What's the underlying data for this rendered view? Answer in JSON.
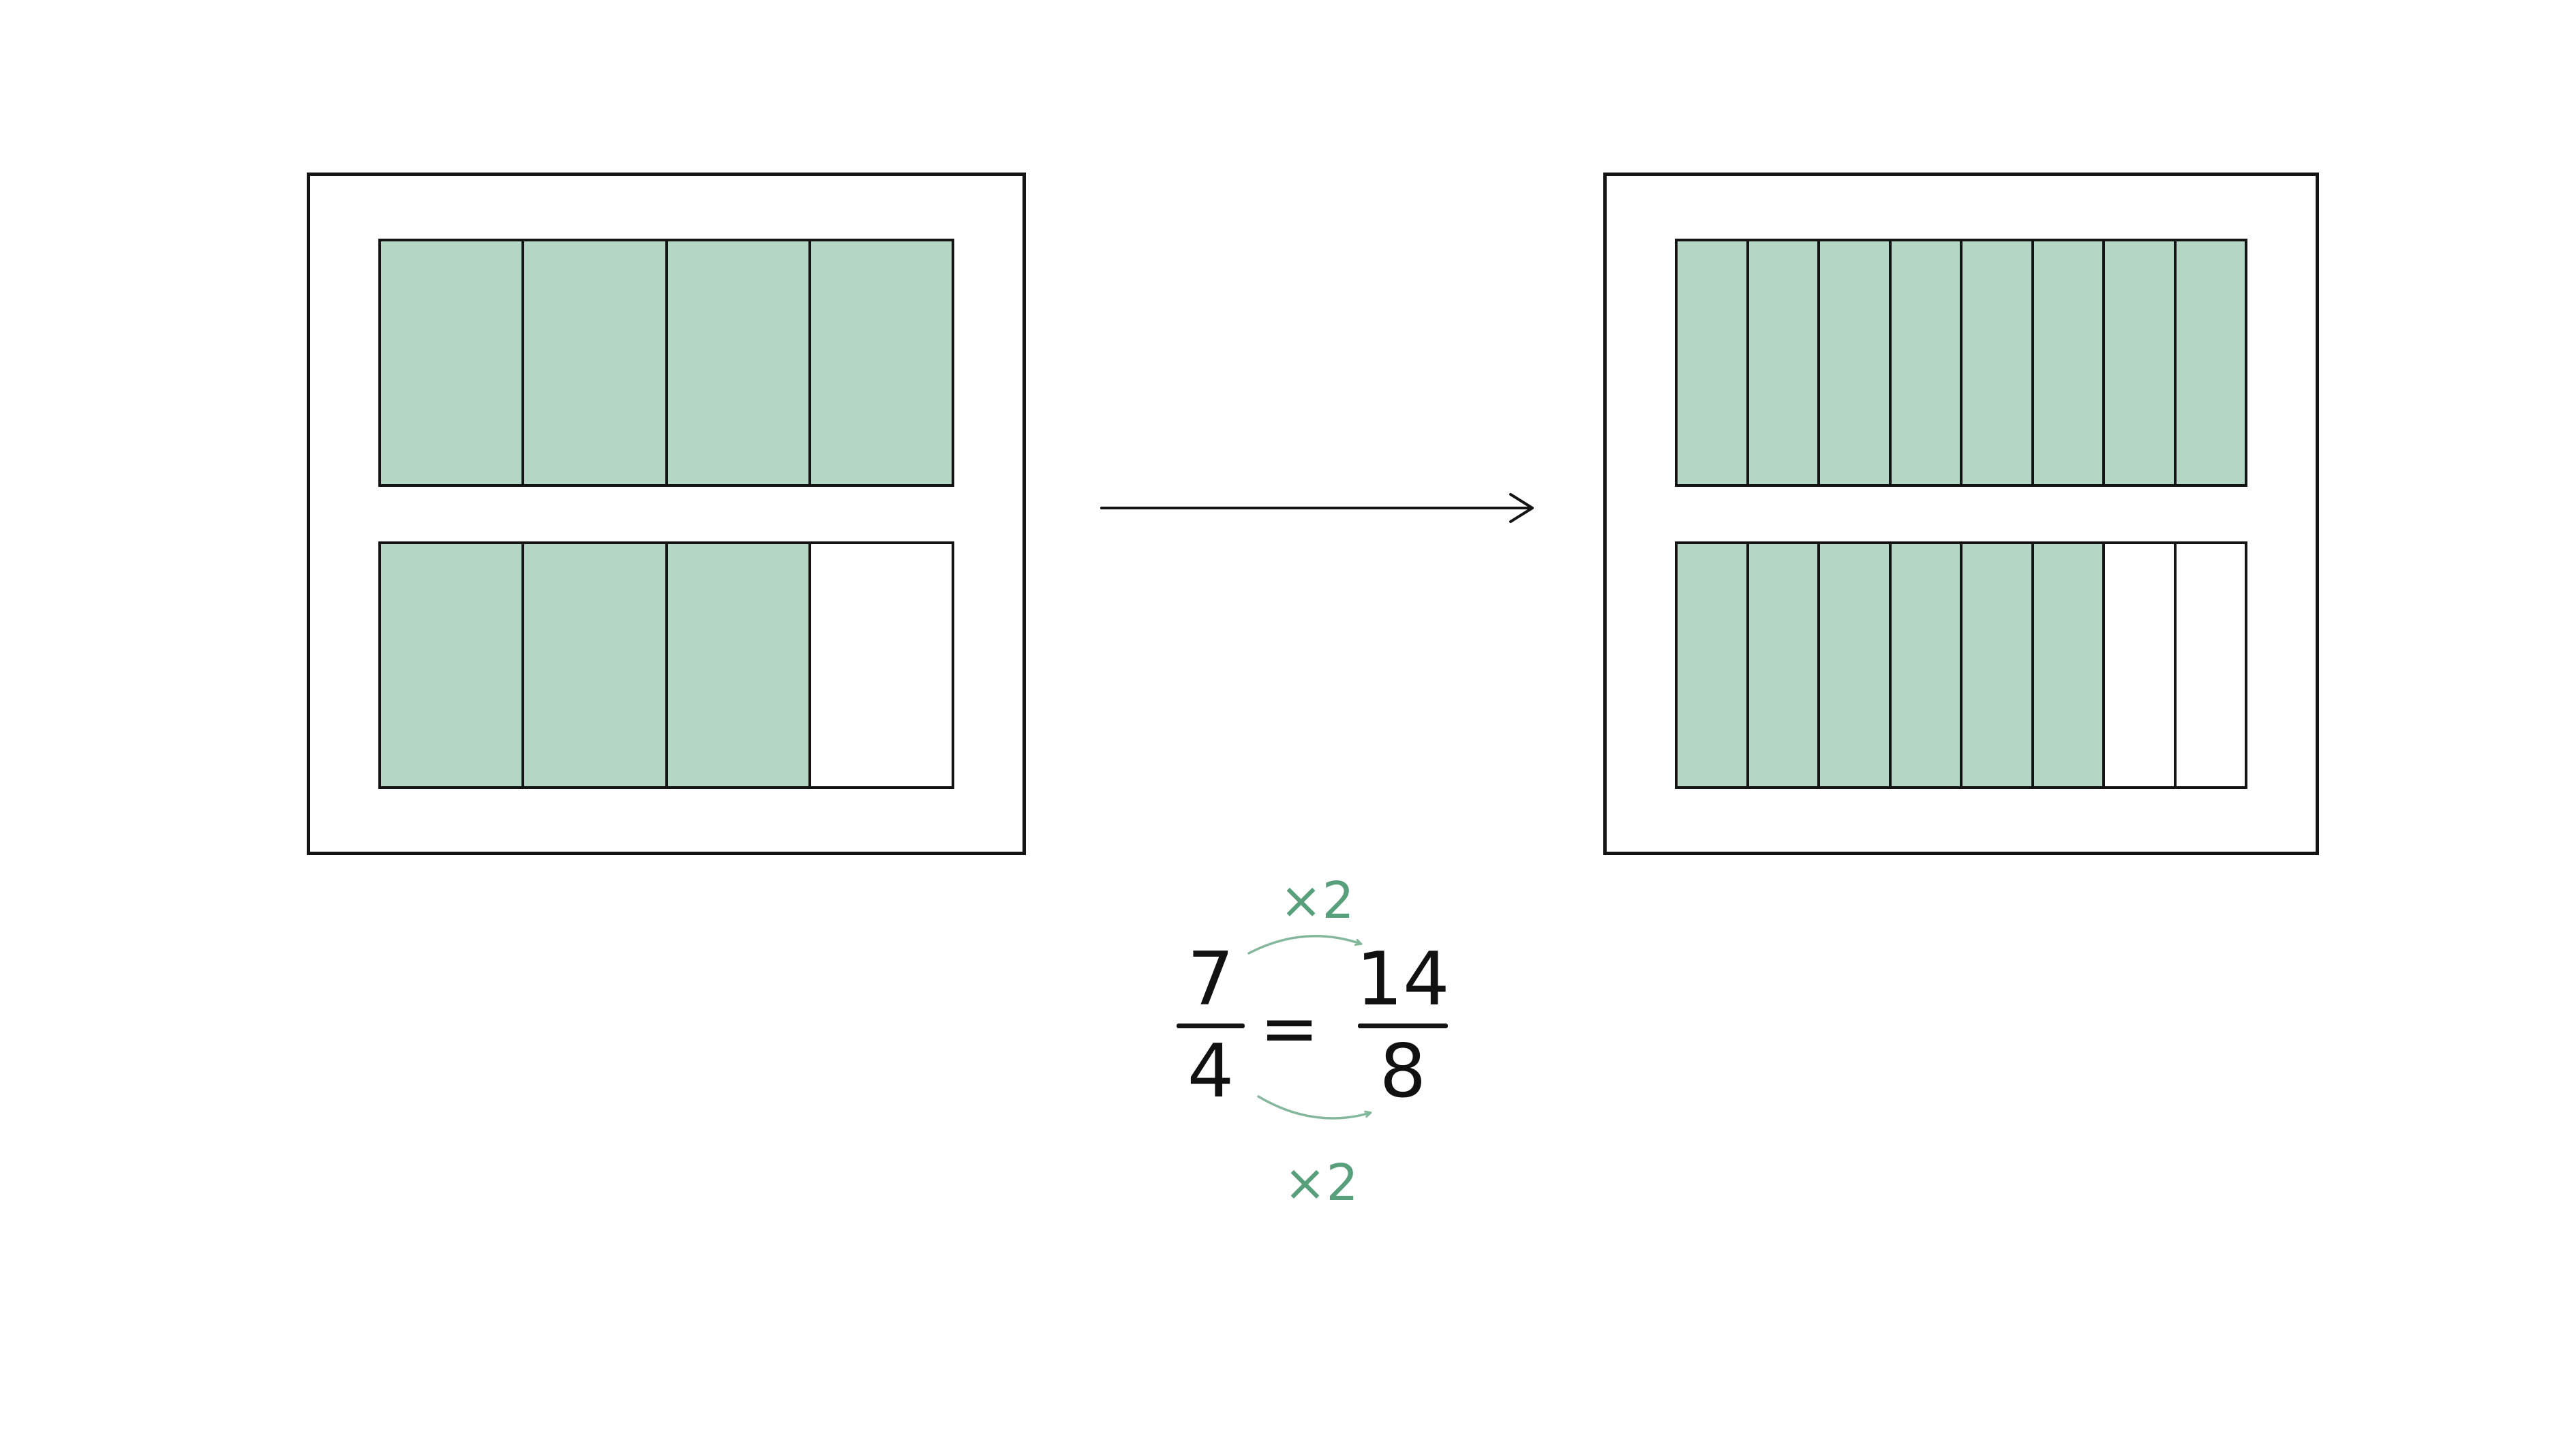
{
  "models": {
    "left": {
      "description": "seven fourths shown as two bars of 4 parts",
      "rows": [
        {
          "cells": 4,
          "filled": 4
        },
        {
          "cells": 4,
          "filled": 3
        }
      ]
    },
    "right": {
      "description": "fourteen eighths shown as two bars of 8 parts",
      "rows": [
        {
          "cells": 8,
          "filled": 8
        },
        {
          "cells": 8,
          "filled": 6
        }
      ]
    }
  },
  "equation": {
    "lhs_numerator": "7",
    "lhs_denominator": "4",
    "equals": "=",
    "rhs_numerator": "14",
    "rhs_denominator": "8",
    "top_multiplier": "×2",
    "bottom_multiplier": "×2"
  },
  "colors": {
    "fill": "#b4d6c4",
    "accent": "#57a07b",
    "arc": "#84b89c",
    "stroke": "#141414",
    "background": "#ffffff"
  }
}
